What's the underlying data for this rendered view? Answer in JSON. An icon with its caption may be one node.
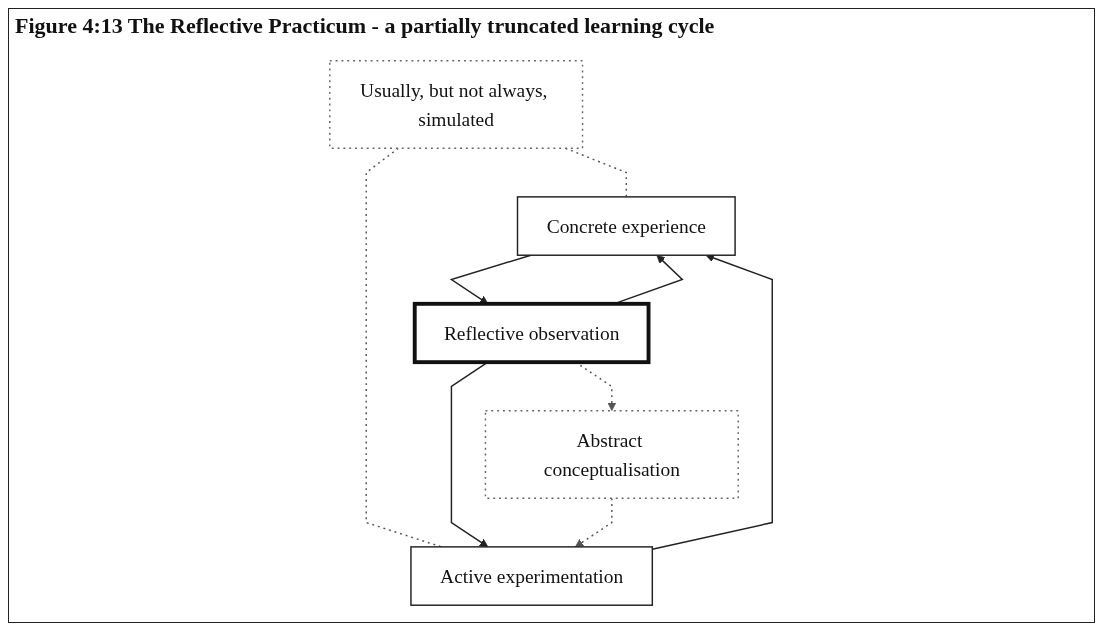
{
  "diagram": {
    "title": "Figure 4:13 The Reflective Practicum - a partially truncated learning cycle",
    "nodes": [
      {
        "text": [
          "Usually, but not always, simulated"
        ]
      },
      {
        "text": [
          "Concrete experience"
        ]
      },
      {
        "text": [
          "Active experimentation"
        ]
      },
      {
        "text": [
          "Reflective observation"
        ]
      },
      {
        "text": [
          "Abstract conceptualisation"
        ]
      }
    ],
    "edges": [
      {
        "from": 0,
        "to": 1,
        "arrow": "none",
        "style": "dashed"
      },
      {
        "from": 0,
        "to": 2,
        "arrow": "none",
        "style": "dashed"
      },
      {
        "from": 2,
        "to": 1,
        "arrow": "to"
      },
      {
        "from": 1,
        "to": 3,
        "arrow": "to"
      },
      {
        "from": 3,
        "to": 1,
        "arrow": "to"
      },
      {
        "from": 3,
        "to": 2,
        "arrow": "to"
      },
      {
        "from": 3,
        "to": 4,
        "arrow": "to",
        "style": "dashed"
      },
      {
        "from": 4,
        "to": 2,
        "arrow": "to",
        "style": "dashed"
      }
    ]
  }
}
